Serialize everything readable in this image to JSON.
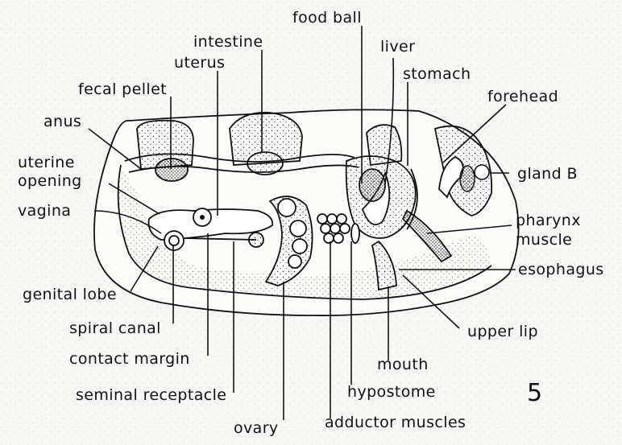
{
  "figure_number": "5",
  "labels": {
    "food_ball": "food ball",
    "intestine": "intestine",
    "liver": "liver",
    "uterus": "uterus",
    "stomach": "stomach",
    "fecal_pellet": "fecal pellet",
    "forehead": "forehead",
    "anus": "anus",
    "uterine": "uterine",
    "opening": "opening",
    "gland_b": "gland B",
    "vagina": "vagina",
    "pharynx": "pharynx",
    "muscle": "muscle",
    "esophagus": "esophagus",
    "genital_lobe": "genital lobe",
    "spiral_canal": "spiral canal",
    "upper_lip": "upper lip",
    "contact_margin": "contact margin",
    "mouth": "mouth",
    "hypostome": "hypostome",
    "seminal_receptacle": "seminal receptacle",
    "ovary": "ovary",
    "adductor_muscles": "adductor muscles"
  }
}
